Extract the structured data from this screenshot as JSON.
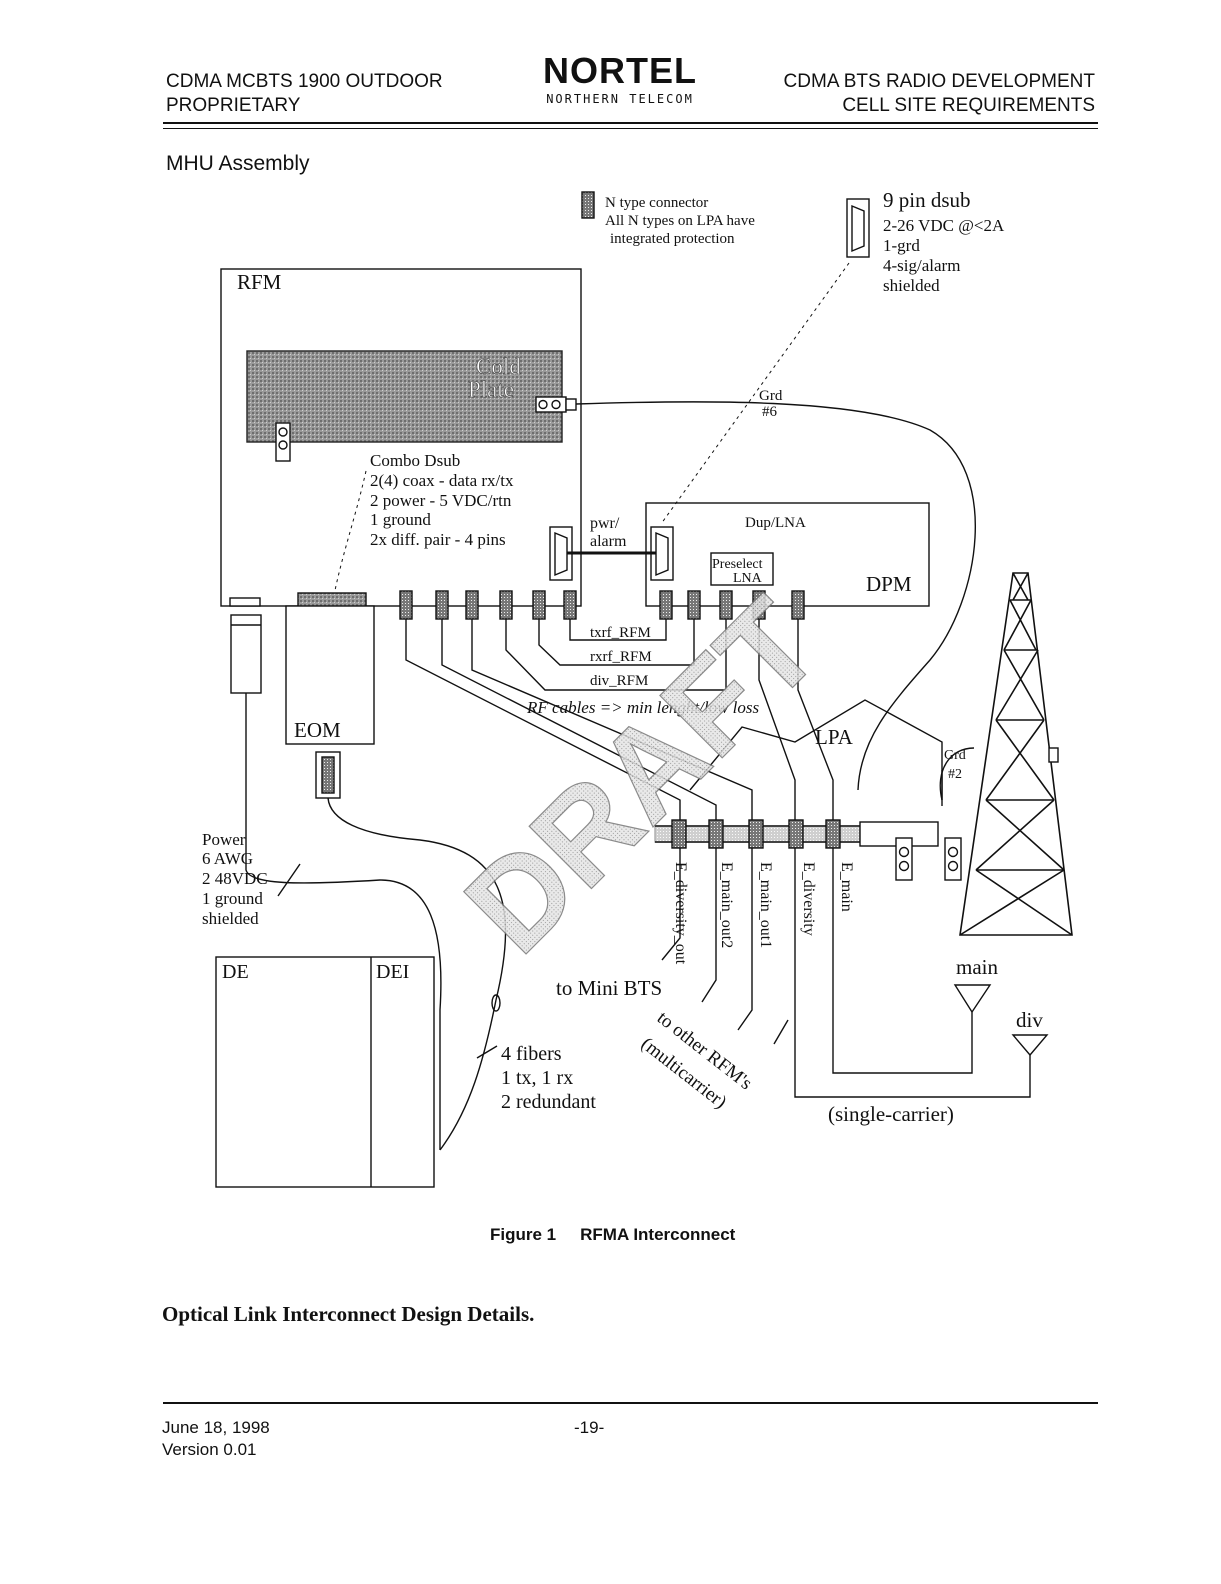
{
  "header": {
    "left_line1": "CDMA MCBTS 1900 OUTDOOR",
    "left_line2": "PROPRIETARY",
    "logo": "NORTEL",
    "logo_sub": "NORTHERN TELECOM",
    "right_line1": "CDMA BTS RADIO DEVELOPMENT",
    "right_line2": "CELL SITE REQUIREMENTS"
  },
  "section_title": "MHU Assembly",
  "diagram": {
    "legend_n": [
      "N type connector",
      "All N types on LPA have",
      "integrated protection"
    ],
    "legend_dsub": [
      "9 pin dsub",
      "2-26 VDC @<2A",
      "1-grd",
      "4-sig/alarm",
      "shielded"
    ],
    "rfm": "RFM",
    "cold_plate_1": "Cold",
    "cold_plate_2": "Plate",
    "grd6_1": "Grd",
    "grd6_2": "#6",
    "combo_dsub": [
      "Combo Dsub",
      "2(4) coax - data rx/tx",
      "2 power - 5 VDC/rtn",
      "1 ground",
      "2x diff. pair - 4 pins"
    ],
    "pwr_alarm_1": "pwr/",
    "pwr_alarm_2": "alarm",
    "dup_lna": "Dup/LNA",
    "preselect_1": "Preselect",
    "preselect_2": "LNA",
    "dpm": "DPM",
    "txrf": "txrf_RFM",
    "rxrf": "rxrf_RFM",
    "divrf": "div_RFM",
    "rf_cables": "RF cables => min lenght/low loss",
    "lpa": "LPA",
    "grd2_1": "Grd",
    "grd2_2": "#2",
    "eom": "EOM",
    "power": [
      "Power",
      "6 AWG",
      "2 48VDC",
      "1 ground",
      "shielded"
    ],
    "de": "DE",
    "dei": "DEI",
    "fibers": [
      "4 fibers",
      "1 tx, 1 rx",
      "2 redundant"
    ],
    "to_mini_bts": "to Mini BTS",
    "to_other_1": "to other RFM's",
    "to_other_2": "(multicarrier)",
    "single_carrier": "(single-carrier)",
    "port_labels": [
      "E_diversity_out",
      "E_main_out2",
      "E_main_out1",
      "E_diversity",
      "E_main"
    ],
    "main": "main",
    "div": "div",
    "draft": "DRAFT"
  },
  "figure_num": "Figure 1",
  "figure_title": "RFMA Interconnect",
  "subheading": "Optical Link Interconnect Design Details.",
  "footer": {
    "date": "June 18, 1998",
    "version": "Version 0.01",
    "page": "-19-"
  }
}
